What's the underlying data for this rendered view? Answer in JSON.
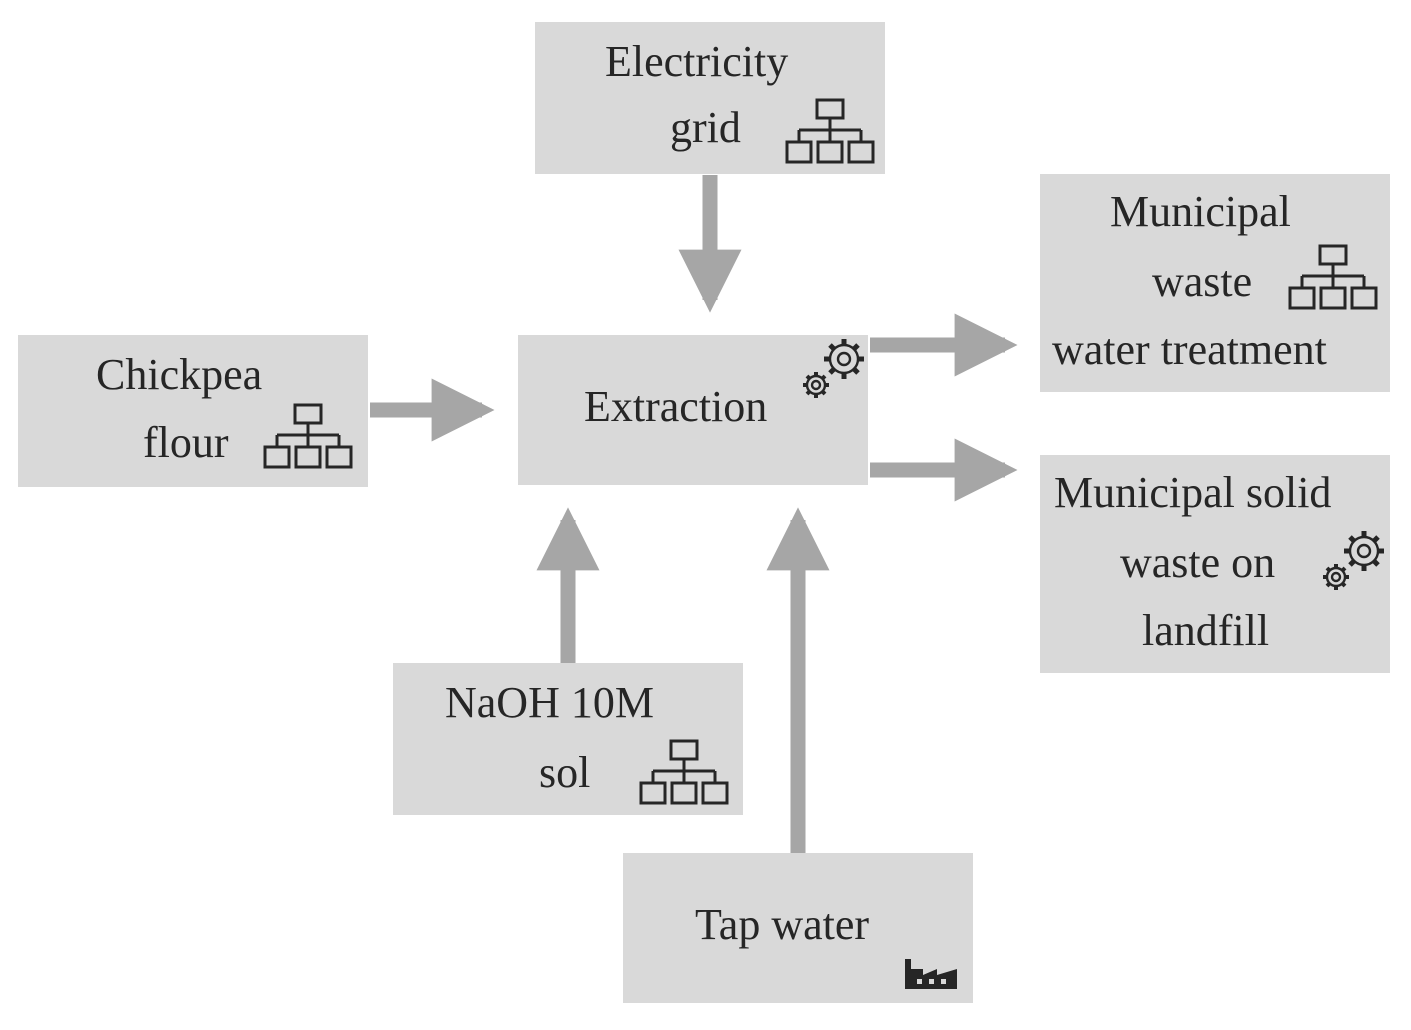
{
  "nodes": {
    "electricity": {
      "line1": "Electricity",
      "line2": "grid",
      "icon": "network-icon"
    },
    "chickpea": {
      "line1": "Chickpea",
      "line2": "flour",
      "icon": "network-icon"
    },
    "extraction": {
      "label": "Extraction",
      "icon": "gears-icon"
    },
    "wastewater": {
      "line1": "Municipal",
      "line2": "waste",
      "line3": "water treatment",
      "icon": "network-icon"
    },
    "solidwaste": {
      "line1": "Municipal solid",
      "line2": "waste on",
      "line3": "landfill",
      "icon": "gears-icon"
    },
    "naoh": {
      "line1": "NaOH 10M",
      "line2": "sol",
      "icon": "network-icon"
    },
    "tapwater": {
      "label": "Tap water",
      "icon": "factory-icon"
    }
  },
  "colors": {
    "box": "#d9d9d9",
    "arrow": "#a6a6a6",
    "icon": "#262626"
  }
}
